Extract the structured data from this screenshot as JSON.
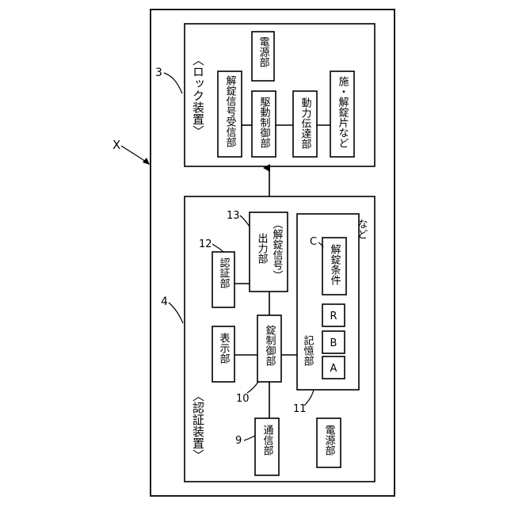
{
  "diagram": {
    "overall_ref": "X",
    "lock_device": {
      "ref": "3",
      "title": "〈ロック装置〉",
      "blocks": {
        "power": "電源部",
        "unlock_receiver": "解錠信号受信部",
        "drive_control": "駆動制御部",
        "power_transmission": "動力伝達部",
        "latch": "施・解錠片など"
      }
    },
    "auth_device": {
      "ref": "4",
      "title": "〈認証装置〉",
      "blocks": {
        "auth": {
          "label": "認証部",
          "ref": "12"
        },
        "output": {
          "line1": "出力部",
          "line2": "（解錠信号）",
          "ref": "13"
        },
        "display": {
          "label": "表示部"
        },
        "lock_control": {
          "label": "錠制御部",
          "ref": "10"
        },
        "comm": {
          "label": "通信部",
          "ref": "9"
        },
        "power": {
          "label": "電源部"
        },
        "storage": {
          "label": "記憶部",
          "ref": "11",
          "cells": [
            "A",
            "B",
            "R"
          ],
          "condition": {
            "label": "解錠条件",
            "ref": "C"
          },
          "etc": "など"
        }
      }
    }
  }
}
